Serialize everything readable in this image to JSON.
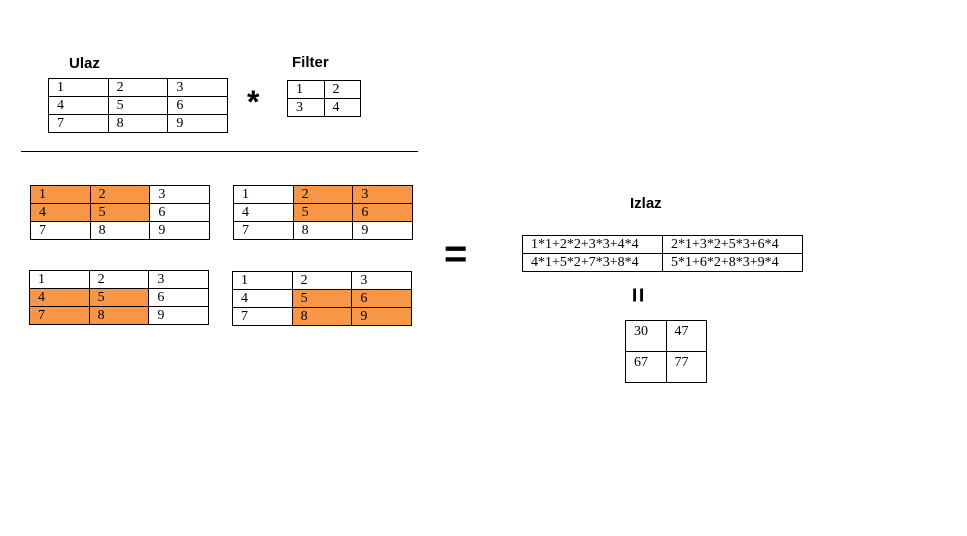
{
  "labels": {
    "input": "Ulaz",
    "filter": "Filter",
    "output": "Izlaz"
  },
  "operators": {
    "convolve": "*",
    "equals": "=",
    "equals_vertical": "="
  },
  "input_matrix": [
    [
      "1",
      "2",
      "3"
    ],
    [
      "4",
      "5",
      "6"
    ],
    [
      "7",
      "8",
      "9"
    ]
  ],
  "filter_matrix": [
    [
      "1",
      "2"
    ],
    [
      "3",
      "4"
    ]
  ],
  "windows": [
    {
      "cells": [
        [
          "1",
          "2",
          "3"
        ],
        [
          "4",
          "5",
          "6"
        ],
        [
          "7",
          "8",
          "9"
        ]
      ],
      "highlight": [
        [
          1,
          1,
          0
        ],
        [
          1,
          1,
          0
        ],
        [
          0,
          0,
          0
        ]
      ]
    },
    {
      "cells": [
        [
          "1",
          "2",
          "3"
        ],
        [
          "4",
          "5",
          "6"
        ],
        [
          "7",
          "8",
          "9"
        ]
      ],
      "highlight": [
        [
          0,
          1,
          1
        ],
        [
          0,
          1,
          1
        ],
        [
          0,
          0,
          0
        ]
      ]
    },
    {
      "cells": [
        [
          "1",
          "2",
          "3"
        ],
        [
          "4",
          "5",
          "6"
        ],
        [
          "7",
          "8",
          "9"
        ]
      ],
      "highlight": [
        [
          0,
          0,
          0
        ],
        [
          1,
          1,
          0
        ],
        [
          1,
          1,
          0
        ]
      ]
    },
    {
      "cells": [
        [
          "1",
          "2",
          "3"
        ],
        [
          "4",
          "5",
          "6"
        ],
        [
          "7",
          "8",
          "9"
        ]
      ],
      "highlight": [
        [
          0,
          0,
          0
        ],
        [
          0,
          1,
          1
        ],
        [
          0,
          1,
          1
        ]
      ]
    }
  ],
  "expressions": [
    [
      "1*1+2*2+3*3+4*4",
      "2*1+3*2+5*3+6*4"
    ],
    [
      "4*1+5*2+7*3+8*4",
      "5*1+6*2+8*3+9*4"
    ]
  ],
  "result_matrix": [
    [
      "30",
      "47"
    ],
    [
      "67",
      "77"
    ]
  ],
  "colors": {
    "highlight": "#f79646",
    "border": "#000000",
    "background": "#ffffff"
  }
}
